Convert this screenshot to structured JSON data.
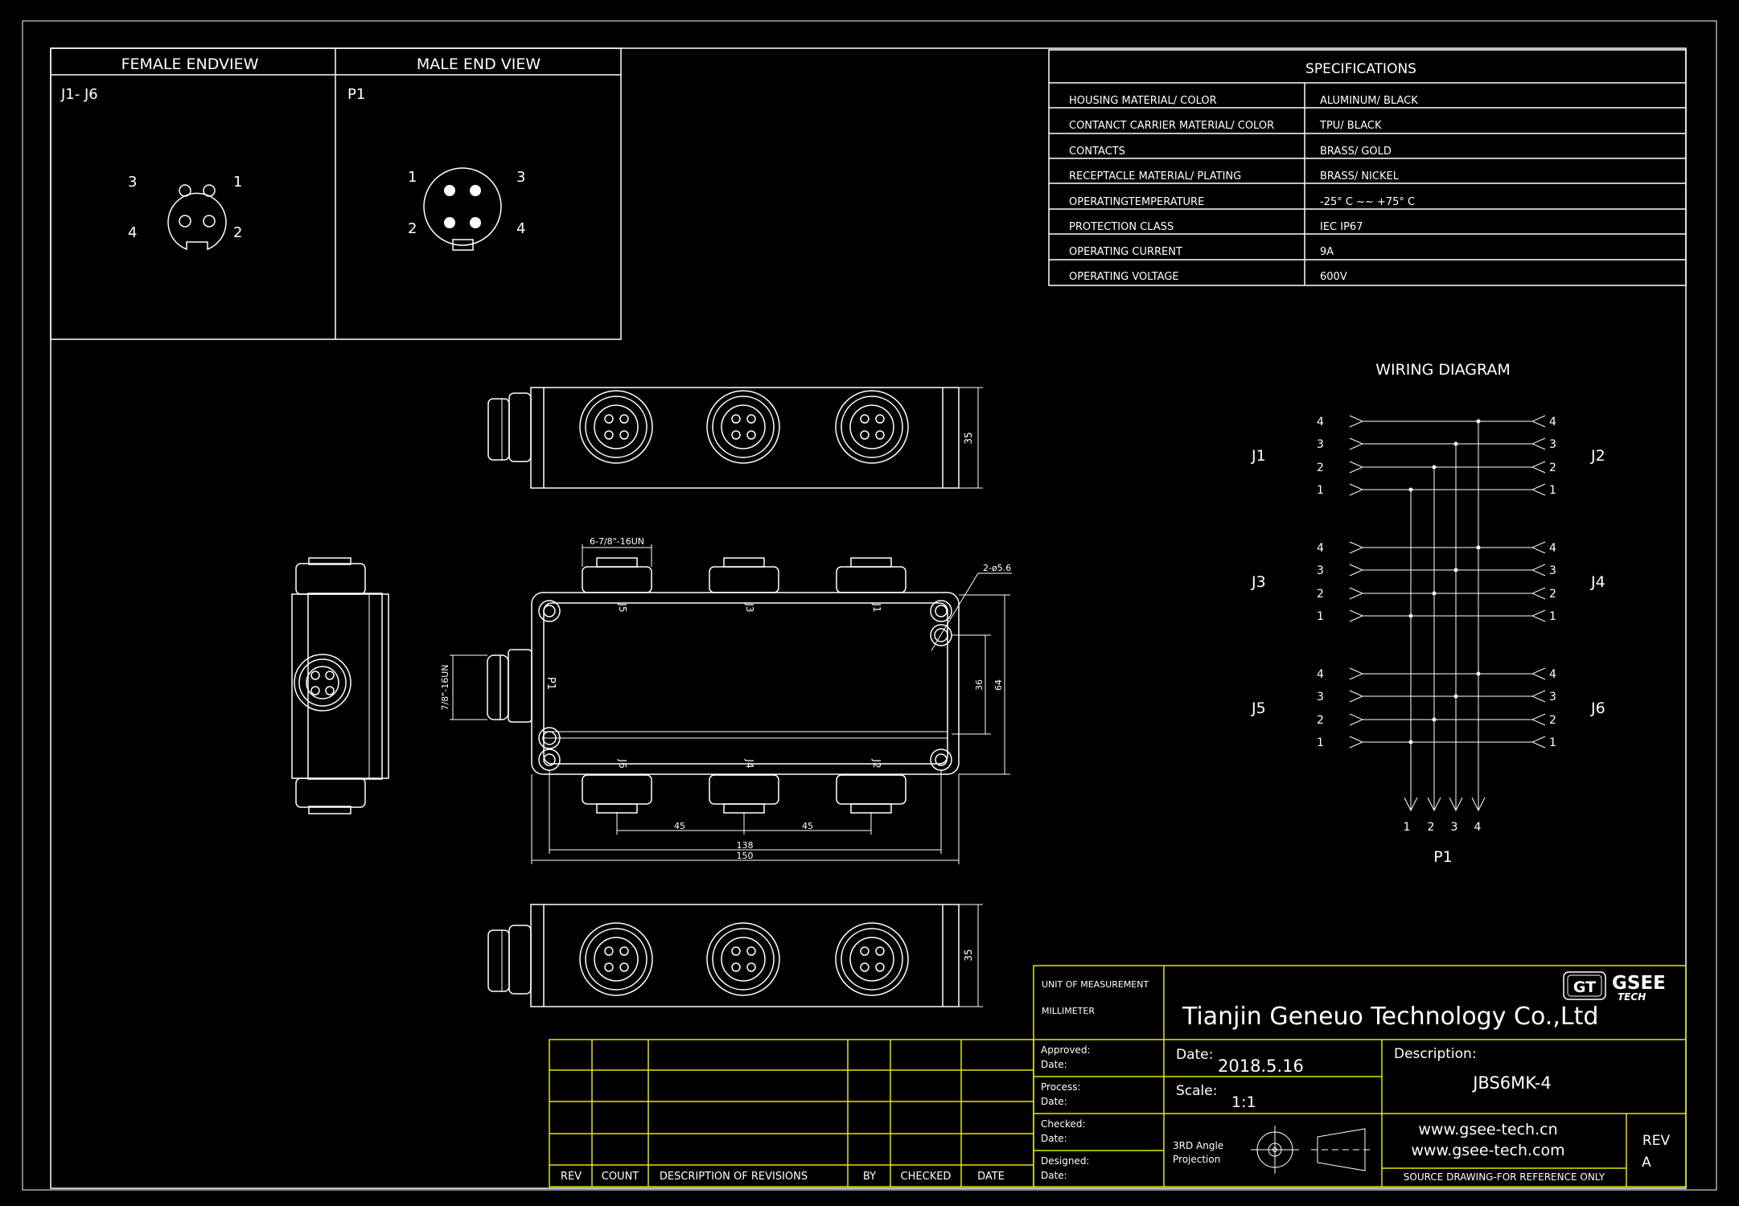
{
  "end_views": {
    "female": {
      "title": "FEMALE ENDVIEW",
      "label": "J1- J6",
      "pins": [
        "3",
        "1",
        "4",
        "2"
      ]
    },
    "male": {
      "title": "MALE END VIEW",
      "label": "P1",
      "pins": [
        "1",
        "3",
        "2",
        "4"
      ]
    }
  },
  "specifications": {
    "title": "SPECIFICATIONS",
    "rows": [
      {
        "name": "HOUSING MATERIAL/ COLOR",
        "value": "ALUMINUM/ BLACK"
      },
      {
        "name": "CONTANCT CARRIER MATERIAL/ COLOR",
        "value": "TPU/ BLACK"
      },
      {
        "name": "CONTACTS",
        "value": "BRASS/ GOLD"
      },
      {
        "name": "RECEPTACLE MATERIAL/ PLATING",
        "value": "BRASS/ NICKEL"
      },
      {
        "name": "OPERATINGTEMPERATURE",
        "value": "-25° C ~~ +75° C"
      },
      {
        "name": "PROTECTION CLASS",
        "value": "IEC  IP67"
      },
      {
        "name": "OPERATING CURRENT",
        "value": "9A"
      },
      {
        "name": "OPERATING VOLTAGE",
        "value": "600V"
      }
    ]
  },
  "wiring": {
    "title": "WIRING   DIAGRAM",
    "left_labels": [
      "J1",
      "J3",
      "J5"
    ],
    "right_labels": [
      "J2",
      "J4",
      "J6"
    ],
    "pin_numbers": [
      "4",
      "3",
      "2",
      "1"
    ],
    "bottom_pins": [
      "1",
      "2",
      "3",
      "4"
    ],
    "bottom_label": "P1"
  },
  "dimensions": {
    "height_top": "35",
    "height_bottom": "35",
    "thread_top": "6-7/8\"-16UN",
    "thread_side": "7/8\"-16UN",
    "holes": "2-ø5.6",
    "d36": "36",
    "d64": "64",
    "d45a": "45",
    "d45b": "45",
    "d138": "138",
    "d150": "150",
    "port_labels_top": [
      "J5",
      "J3",
      "J1"
    ],
    "port_labels_bottom": [
      "J6",
      "J4",
      "J2"
    ],
    "inlet_label": "P1"
  },
  "title_block": {
    "unit_label": "UNIT OF MEASUREMENT",
    "unit_value": "MILLIMETER",
    "company": "Tianjin Geneuo Technology Co.,Ltd",
    "logo_gt": "GT",
    "logo_gsee": "GSEE",
    "logo_tech": "TECH",
    "approved": "Approved:",
    "process": "Process:",
    "checked": "Checked:",
    "designed": "Designed:",
    "date_small": "Date:",
    "date_label": "Date:",
    "date_value": "2018.5.16",
    "scale_label": "Scale:",
    "scale_value": "1:1",
    "projection_1": "3RD Angle",
    "projection_2": "Projection",
    "description_label": "Description:",
    "description_value": "JBS6MK-4",
    "web_1": "www.gsee-tech.cn",
    "web_2": "www.gsee-tech.com",
    "source_note": "SOURCE DRAWING-FOR REFERENCE ONLY",
    "rev_label": "REV",
    "rev_value": "A"
  },
  "revision_table": {
    "headers": [
      "REV",
      "COUNT",
      "DESCRIPTION  OF  REVISIONS",
      "BY",
      "CHECKED",
      "DATE"
    ]
  }
}
